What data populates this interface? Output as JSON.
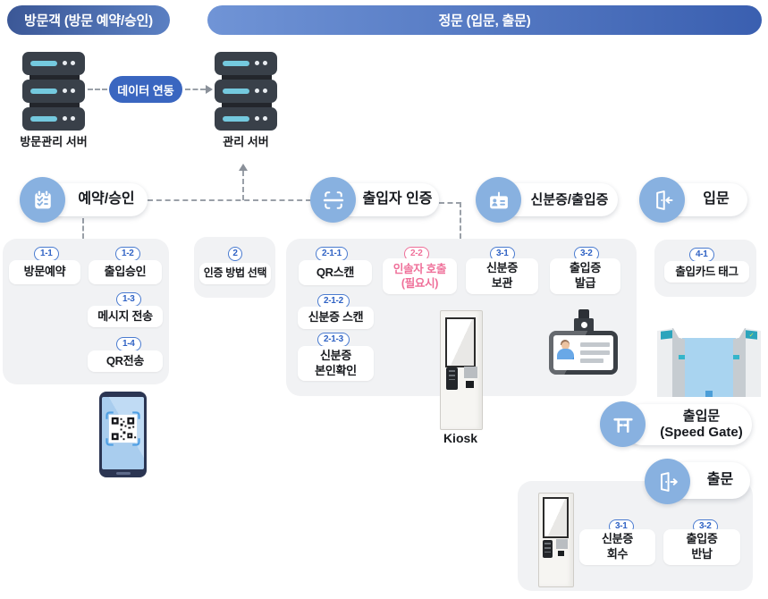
{
  "headers": {
    "visitor": "방문객 (방문 예약/승인)",
    "main_gate": "정문 (입문, 출문)"
  },
  "servers": {
    "visitor_label": "방문관리 서버",
    "management_label": "관리 서버",
    "data_link": "데이터 연동"
  },
  "flow": {
    "reservation": "예약/승인",
    "auth": "출입자 인증",
    "id_pass": "신분증/출입증",
    "entry": "입문",
    "speed_gate": "출입문\n(Speed Gate)",
    "exit": "출문"
  },
  "steps": {
    "s1_1": {
      "badge": "1-1",
      "label": "방문예약"
    },
    "s1_2": {
      "badge": "1-2",
      "label": "출입승인"
    },
    "s1_3": {
      "badge": "1-3",
      "label": "메시지 전송"
    },
    "s1_4": {
      "badge": "1-4",
      "label": "QR전송"
    },
    "s2": {
      "badge": "2",
      "label": "인증 방법 선택"
    },
    "s2_1_1": {
      "badge": "2-1-1",
      "label": "QR스캔"
    },
    "s2_1_2": {
      "badge": "2-1-2",
      "label": "신분증 스캔"
    },
    "s2_1_3": {
      "badge": "2-1-3",
      "label": "신분증\n본인확인"
    },
    "s2_2": {
      "badge": "2-2",
      "label": "인솔자 호출\n(필요시)"
    },
    "s3_1": {
      "badge": "3-1",
      "label": "신분증\n보관"
    },
    "s3_2": {
      "badge": "3-2",
      "label": "출입증\n발급"
    },
    "s4_1": {
      "badge": "4-1",
      "label": "출입카드 태그"
    },
    "exit3_1": {
      "badge": "3-1",
      "label": "신분증\n회수"
    },
    "exit3_2": {
      "badge": "3-2",
      "label": "출입증\n반납"
    }
  },
  "captions": {
    "kiosk": "Kiosk"
  },
  "icons": {
    "reservation": "checklist-icon",
    "auth": "scan-frame-icon",
    "id_pass": "id-card-icon",
    "entry": "door-enter-icon",
    "speed_gate": "turnstile-icon",
    "exit": "door-exit-icon"
  },
  "colors": {
    "header_navy_start": "#3B5796",
    "header_navy_end": "#5B80C3",
    "header_blue_start": "#7094D6",
    "header_blue_end": "#3A5FB0",
    "icon_circle_blue": "#88B1E0",
    "badge_blue": "#2F62C4",
    "badge_pink": "#EF6F99",
    "panel_gray": "#F1F2F4",
    "dash_gray": "#9AA0A8",
    "link_pill_blue": "#3A66C0",
    "server_dark": "#394049",
    "server_cyan": "#74C9DE"
  }
}
